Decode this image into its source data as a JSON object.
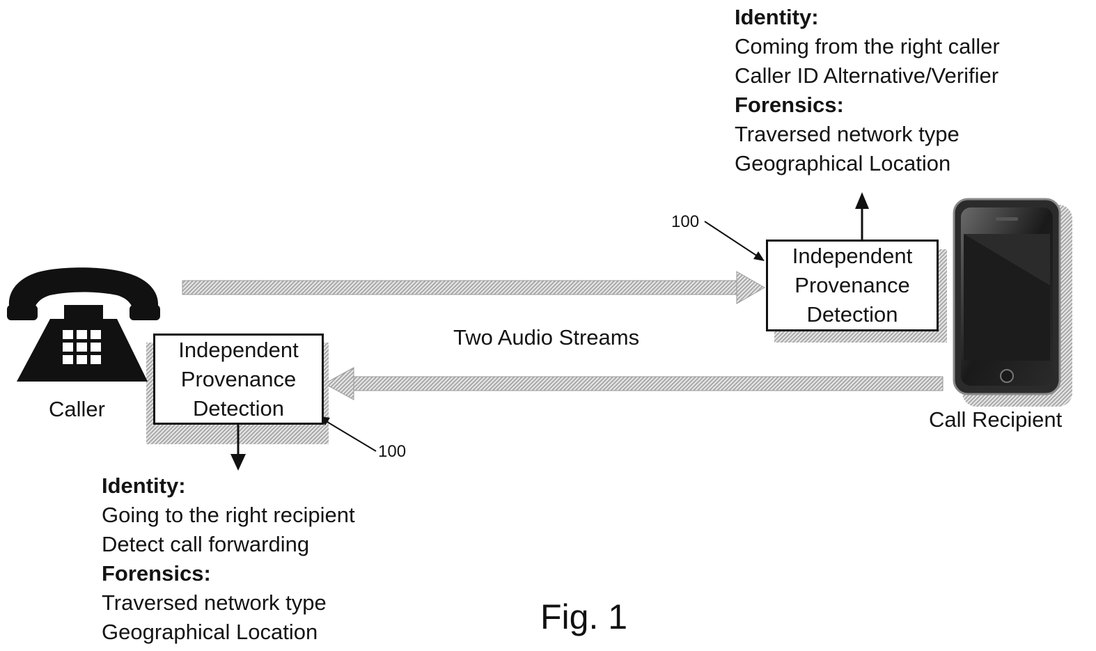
{
  "caller": {
    "label": "Caller"
  },
  "recipient": {
    "label": "Call Recipient"
  },
  "streams_label": "Two Audio Streams",
  "figure_label": "Fig. 1",
  "right_box": {
    "lines": [
      "Independent",
      "Provenance",
      "Detection"
    ],
    "ref": "100"
  },
  "left_box": {
    "lines": [
      "Independent",
      "Provenance",
      "Detection"
    ],
    "ref": "100"
  },
  "right_info": {
    "identity_heading": "Identity:",
    "identity_lines": [
      "Coming from the right caller",
      "Caller ID Alternative/Verifier"
    ],
    "forensics_heading": "Forensics:",
    "forensics_lines": [
      "Traversed network type",
      "Geographical Location"
    ]
  },
  "left_info": {
    "identity_heading": "Identity:",
    "identity_lines": [
      "Going to the right recipient",
      "Detect call forwarding"
    ],
    "forensics_heading": "Forensics:",
    "forensics_lines": [
      "Traversed network type",
      "Geographical Location"
    ]
  },
  "icons": {
    "caller": "desk-phone-icon",
    "recipient": "smartphone-icon"
  }
}
